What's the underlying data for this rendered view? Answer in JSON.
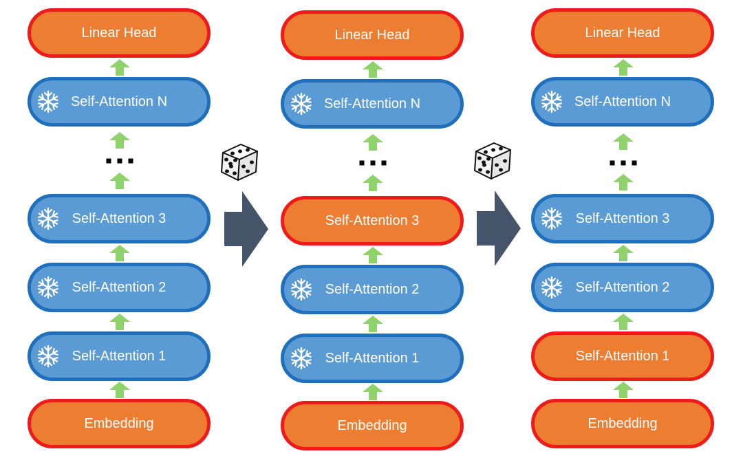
{
  "columns": [
    {
      "id": "col-1",
      "blocks": [
        {
          "label": "Linear Head",
          "state": "trainable",
          "frozen_icon": false
        },
        {
          "label": "Self-Attention N",
          "state": "frozen",
          "frozen_icon": true
        },
        {
          "label": "...",
          "state": "ellipsis"
        },
        {
          "label": "Self-Attention 3",
          "state": "frozen",
          "frozen_icon": true
        },
        {
          "label": "Self-Attention 2",
          "state": "frozen",
          "frozen_icon": true
        },
        {
          "label": "Self-Attention 1",
          "state": "frozen",
          "frozen_icon": true
        },
        {
          "label": "Embedding",
          "state": "trainable",
          "frozen_icon": false
        }
      ]
    },
    {
      "id": "col-2",
      "blocks": [
        {
          "label": "Linear Head",
          "state": "trainable",
          "frozen_icon": false
        },
        {
          "label": "Self-Attention N",
          "state": "frozen",
          "frozen_icon": true
        },
        {
          "label": "...",
          "state": "ellipsis"
        },
        {
          "label": "Self-Attention 3",
          "state": "trainable",
          "frozen_icon": false
        },
        {
          "label": "Self-Attention 2",
          "state": "frozen",
          "frozen_icon": true
        },
        {
          "label": "Self-Attention 1",
          "state": "frozen",
          "frozen_icon": true
        },
        {
          "label": "Embedding",
          "state": "trainable",
          "frozen_icon": false
        }
      ]
    },
    {
      "id": "col-3",
      "blocks": [
        {
          "label": "Linear Head",
          "state": "trainable",
          "frozen_icon": false
        },
        {
          "label": "Self-Attention N",
          "state": "frozen",
          "frozen_icon": true
        },
        {
          "label": "...",
          "state": "ellipsis"
        },
        {
          "label": "Self-Attention 3",
          "state": "frozen",
          "frozen_icon": true
        },
        {
          "label": "Self-Attention 2",
          "state": "frozen",
          "frozen_icon": true
        },
        {
          "label": "Self-Attention 1",
          "state": "trainable",
          "frozen_icon": false
        },
        {
          "label": "Embedding",
          "state": "trainable",
          "frozen_icon": false
        }
      ]
    }
  ],
  "transitions": [
    {
      "icon": "dice-icon",
      "arrow": "right-arrow-icon"
    },
    {
      "icon": "dice-icon",
      "arrow": "right-arrow-icon"
    }
  ],
  "icons": {
    "frozen": "snowflake-icon",
    "flow": "up-arrow-icon"
  },
  "colors": {
    "frozen_fill": "#5b9bd5",
    "frozen_border": "#1f6fbd",
    "trainable_fill": "#ed7d31",
    "trainable_border": "#ef1a1a",
    "flow_arrow": "#8fd16b",
    "transition_arrow": "#44546a",
    "text": "#ffffff"
  }
}
